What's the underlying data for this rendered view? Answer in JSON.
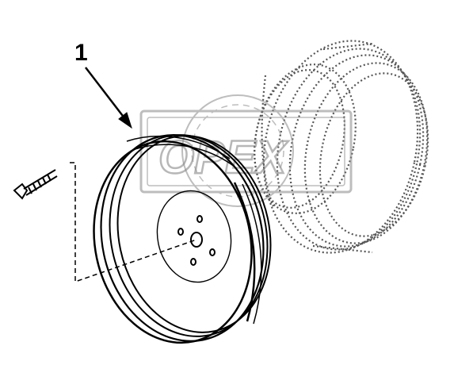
{
  "figure": {
    "callout_number": "1",
    "watermark_text": "OPEX",
    "parts": [
      "fastener-bolt",
      "pulley",
      "damper-ghosted",
      "leader-arrow"
    ]
  },
  "colors": {
    "line": "#000000",
    "ghost_line": "#555555",
    "watermark": "#888888",
    "background": "#ffffff"
  }
}
